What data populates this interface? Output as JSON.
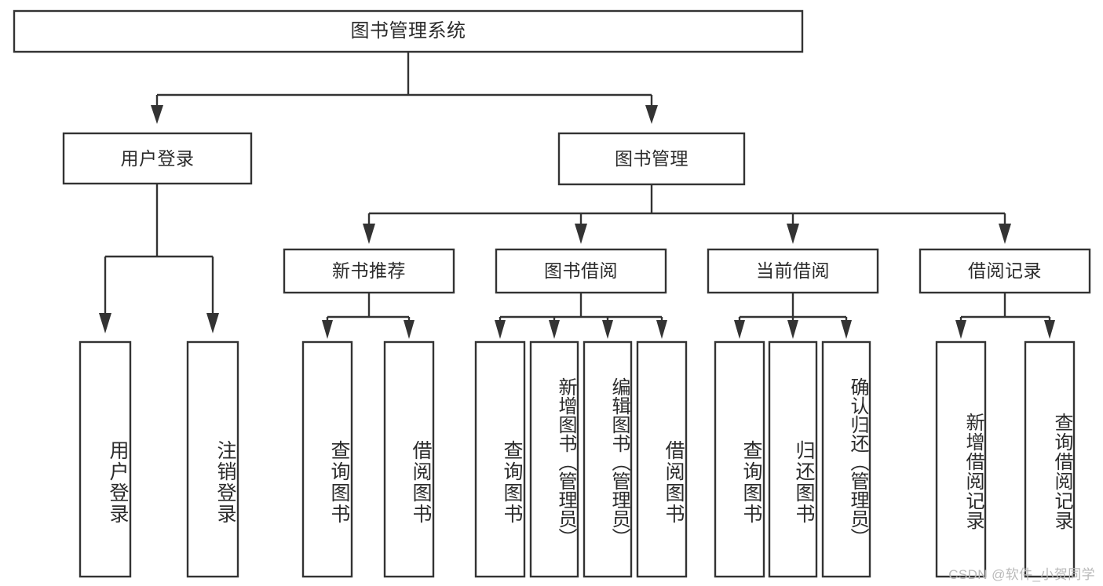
{
  "diagram": {
    "type": "tree-hierarchy",
    "title": "图书管理系统",
    "orientation": "top-down",
    "colors": {
      "stroke": "#333333",
      "fill": "#ffffff",
      "text": "#2b2b2b",
      "watermark": "#b9b9b9",
      "background": "#ffffff"
    },
    "root": {
      "id": "root",
      "label": "图书管理系统"
    },
    "level2": [
      {
        "id": "user-login",
        "label": "用户登录"
      },
      {
        "id": "book-manage",
        "label": "图书管理"
      }
    ],
    "level3": [
      {
        "id": "new-book-rec",
        "label": "新书推荐"
      },
      {
        "id": "book-borrow",
        "label": "图书借阅"
      },
      {
        "id": "current-borrow",
        "label": "当前借阅"
      },
      {
        "id": "borrow-record",
        "label": "借阅记录"
      }
    ],
    "leaves": {
      "user_login": [
        {
          "id": "leaf-user-login",
          "label": "用户登录"
        },
        {
          "id": "leaf-logout",
          "label": "注销登录"
        }
      ],
      "new_book_rec": [
        {
          "id": "leaf-query-book-1",
          "label": "查询图书"
        },
        {
          "id": "leaf-borrow-book-1",
          "label": "借阅图书"
        }
      ],
      "book_borrow": [
        {
          "id": "leaf-query-book-2",
          "label": "查询图书"
        },
        {
          "id": "leaf-add-book",
          "label": "新增图书（管理员）"
        },
        {
          "id": "leaf-edit-book",
          "label": "编辑图书（管理员）"
        },
        {
          "id": "leaf-borrow-book-2",
          "label": "借阅图书"
        }
      ],
      "current_borrow": [
        {
          "id": "leaf-query-book-3",
          "label": "查询图书"
        },
        {
          "id": "leaf-return-book",
          "label": "归还图书"
        },
        {
          "id": "leaf-confirm-return",
          "label": "确认归还（管理员）"
        }
      ],
      "borrow_record": [
        {
          "id": "leaf-add-record",
          "label": "新增借阅记录"
        },
        {
          "id": "leaf-query-record",
          "label": "查询借阅记录"
        }
      ]
    }
  },
  "watermark": {
    "text": "CSDN @软件_小贺同学"
  }
}
